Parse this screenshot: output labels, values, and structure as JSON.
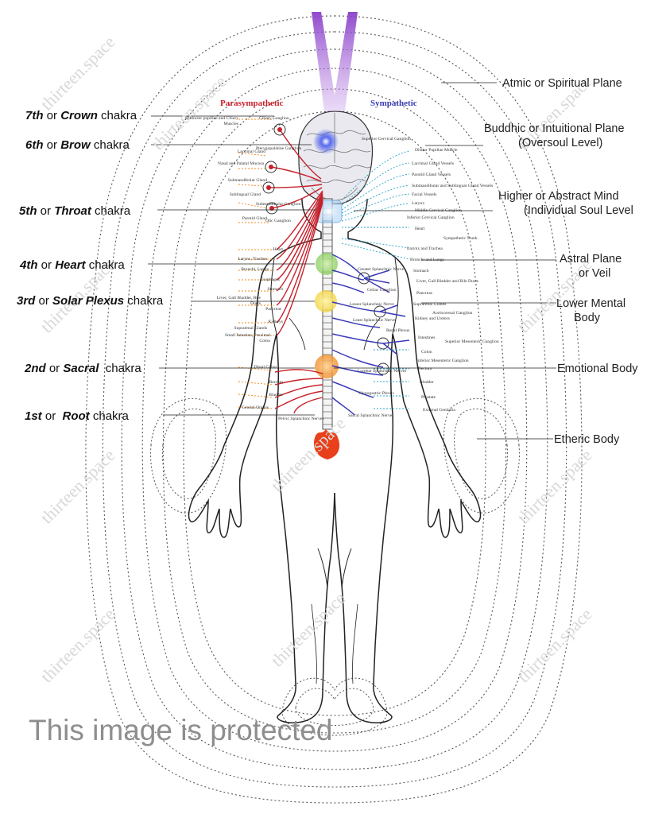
{
  "headers": {
    "parasympathetic": "Parasympathetic",
    "sympathetic": "Sympathetic"
  },
  "chakras": [
    {
      "num": "7th",
      "or": "or",
      "name": "Crown",
      "word": "chakra"
    },
    {
      "num": "6th",
      "or": "or",
      "name": "Brow",
      "word": "chakra"
    },
    {
      "num": "5th",
      "or": "or",
      "name": "Throat",
      "word": "chakra"
    },
    {
      "num": "4th",
      "or": "or",
      "name": "Heart",
      "word": "chakra"
    },
    {
      "num": "3rd",
      "or": "or",
      "name": "Solar Plexus",
      "word": "chakra"
    },
    {
      "num": "2nd",
      "or": "or",
      "name": "Sacral",
      "word": "chakra"
    },
    {
      "num": "1st",
      "or": "or",
      "name": "Root",
      "word": "chakra"
    }
  ],
  "planes": [
    {
      "line1": "Atmic or Spiritual Plane",
      "line2": ""
    },
    {
      "line1": "Buddhic or Intuitional Plane",
      "line2": "(Oversoul Level)"
    },
    {
      "line1": "Higher or Abstract Mind",
      "line2": "(Individual Soul Level"
    },
    {
      "line1": "Astral Plane",
      "line2": "or Veil"
    },
    {
      "line1": "Lower Mental",
      "line2": "Body"
    },
    {
      "line1": "Emotional Body",
      "line2": ""
    },
    {
      "line1": "Etheric Body",
      "line2": ""
    }
  ],
  "para_labels": [
    "Sphincter pupillae and Ciliary Muscles",
    "Ciliary Ganglion",
    "Lacrimal Gland",
    "Pterygopalatine Ganglion",
    "Nasal and Palatal Mucosa",
    "Submandibular Gland",
    "Sublingual Gland",
    "Submandibular Ganglion",
    "Parotid Gland",
    "Otic Ganglion",
    "Heart",
    "Larynx, Trachea",
    "Bronchi, Lungs",
    "Esophagus",
    "Stomach",
    "Liver, Gall Bladder, Bile Ducts",
    "Pancreas",
    "Kidneys",
    "Suprarenal Glands",
    "Small Intestine, Proximal Colon",
    "Distal Colon",
    "Rectum",
    "Bladder",
    "Genital Organs",
    "Pelvic Splanchnic Nerves"
  ],
  "symp_labels": [
    "Superior Cervical Ganglion",
    "Dilator Pupillae Muscle",
    "Lacrimal Gland Vessels",
    "Parotid Gland Vessels",
    "Submandibular and Sublingual Gland Vessels",
    "Facial Vessels",
    "Larynx",
    "Middle Cervical Ganglion",
    "Inferior Cervical Ganglion",
    "Heart",
    "Sympathetic Trunk",
    "Larynx and Trachea",
    "Bronchi and Lungs",
    "Greater Splanchnic Nerve",
    "Stomach",
    "Liver, Gall Bladder and Bile Ducts",
    "Celiac Ganglion",
    "Pancreas",
    "Suprarenal Glands",
    "Aorticorenal Ganglion",
    "Lesser Splanchnic Nerve",
    "Kidney and Ureters",
    "Least Splanchnic Nerve",
    "Renal Plexus",
    "Intestines",
    "Superior Mesenteric Ganglion",
    "Colon",
    "Inferior Mesenteric Ganglion",
    "Rectum",
    "Lumbar Splanchnic Nerves",
    "Bladder",
    "Hypogastric Plexus",
    "Prostate",
    "External Genitalia",
    "Sacral Splanchnic Nerves"
  ],
  "watermark": "thirteen.space",
  "protected_text": "This image is protected",
  "colors": {
    "crown": "#8a3fc9",
    "brow": "#3b50e0",
    "throat": "#9cc8f0",
    "heart": "#7ec850",
    "solar": "#f2d23a",
    "sacral": "#f08a1c",
    "root": "#e8401a",
    "para_nerve": "#c8202a",
    "symp_nerve": "#3a3ab8",
    "symp_dotted": "#2aa6c8"
  }
}
